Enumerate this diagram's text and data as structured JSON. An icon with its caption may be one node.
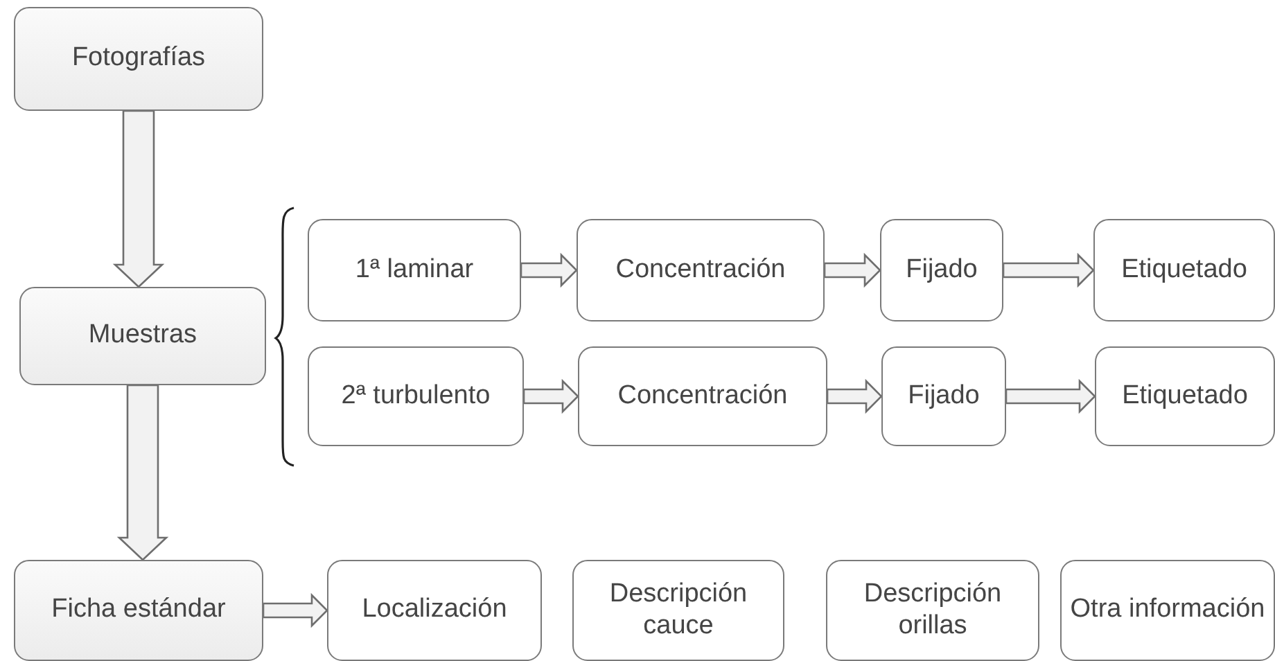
{
  "diagram": {
    "nodes": [
      {
        "text": [
          "Fotografías"
        ]
      },
      {
        "text": [
          "Muestras"
        ]
      },
      {
        "text": [
          "1ª laminar"
        ]
      },
      {
        "text": [
          "Concentración"
        ]
      },
      {
        "text": [
          "Fijado"
        ]
      },
      {
        "text": [
          "Etiquetado"
        ]
      },
      {
        "text": [
          "2ª turbulento"
        ]
      },
      {
        "text": [
          "Concentración"
        ]
      },
      {
        "text": [
          "Fijado"
        ]
      },
      {
        "text": [
          "Etiquetado"
        ]
      },
      {
        "text": [
          "Ficha estándar"
        ]
      },
      {
        "text": [
          "Localización"
        ]
      },
      {
        "text": [
          "Descripción cauce"
        ]
      },
      {
        "text": [
          "Descripción orillas"
        ]
      },
      {
        "text": [
          "Otra información"
        ]
      }
    ],
    "edges": [
      {
        "from": 0,
        "to": 1,
        "arrow": "to"
      },
      {
        "from": 1,
        "to": 10,
        "arrow": "to"
      },
      {
        "from": 2,
        "to": 3,
        "arrow": "to"
      },
      {
        "from": 3,
        "to": 4,
        "arrow": "to"
      },
      {
        "from": 4,
        "to": 5,
        "arrow": "to"
      },
      {
        "from": 6,
        "to": 7,
        "arrow": "to"
      },
      {
        "from": 7,
        "to": 8,
        "arrow": "to"
      },
      {
        "from": 8,
        "to": 9,
        "arrow": "to"
      },
      {
        "from": 10,
        "to": 11,
        "arrow": "to"
      }
    ]
  }
}
